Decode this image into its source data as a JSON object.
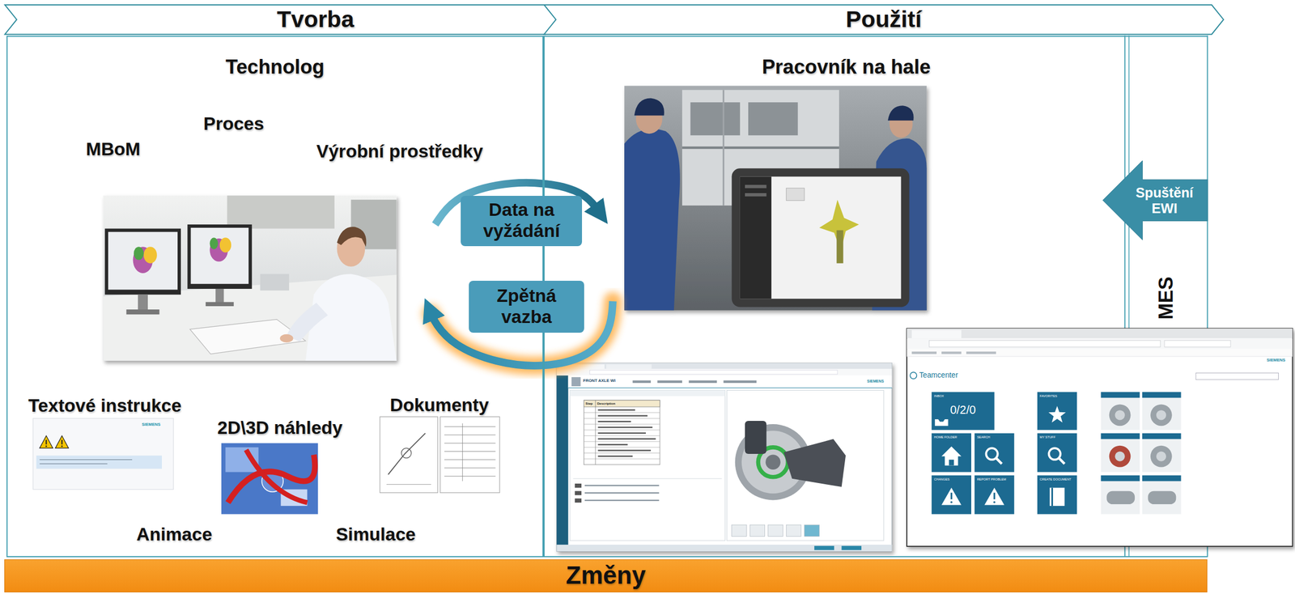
{
  "diagram": {
    "nodes": [
      {
        "text": [
          "Tvorba"
        ]
      },
      {
        "text": [
          "Použití"
        ]
      },
      {
        "text": [
          "Technolog"
        ]
      },
      {
        "text": [
          "Pracovník na hale"
        ]
      },
      {
        "text": [
          "MES"
        ]
      },
      {
        "text": [
          "Spuštění EWI"
        ]
      },
      {
        "text": [
          "Změny"
        ]
      }
    ],
    "edges": [
      {
        "from": 2,
        "to": 3,
        "label": "Data na vyžádání",
        "arrow": "to"
      },
      {
        "from": 3,
        "to": 2,
        "label": "Zpětná vazba",
        "arrow": "to"
      }
    ],
    "labels": [
      "Proces",
      "MBoM",
      "Výrobní prostředky",
      "Textové instrukce",
      "2D\\3D náhledy",
      "Dokumenty",
      "Animace",
      "Simulace",
      "SIEMENS",
      "FRONT AXLE WI",
      "Step",
      "Description",
      "SIEMENS",
      "SIEMENS",
      "Teamcenter",
      "0/2/0",
      "INBOX",
      "FAVORITES",
      "HOME FOLDER",
      "SEARCH",
      "MY STUFF",
      "CHANGES",
      "REPORT PROBLEM",
      "CREATE DOCUMENT"
    ]
  }
}
